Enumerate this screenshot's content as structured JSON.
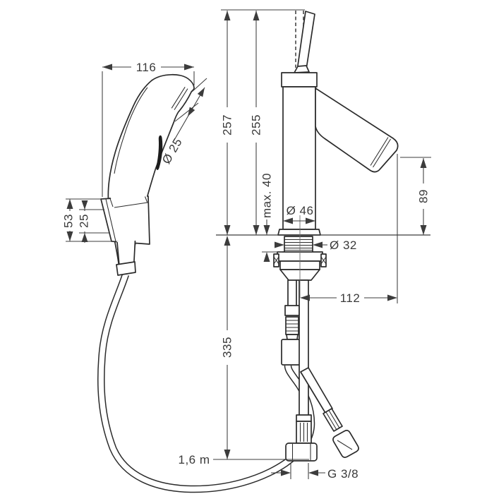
{
  "drawing": {
    "type": "technical-dimension-drawing",
    "subject": "single-hole faucet with hand sprayer set",
    "colors": {
      "line": "#2b2b2b",
      "dim": "#3c3c3c",
      "text": "#3a3a3a"
    },
    "dimensions": {
      "sprayer_width": "116",
      "faucet_total_height": "257",
      "faucet_body_height": "255",
      "sprayer_diameter": "Ø 25",
      "max_deck_thickness": "max. 40",
      "base_diameter": "Ø 46",
      "shank_diameter": "Ø 32",
      "spout_height": "89",
      "holder_height": "53",
      "holder_inner": "25",
      "spout_reach": "112",
      "under_counter_length": "335",
      "hose_length": "1,6 m",
      "connection_thread": "G 3/8"
    }
  }
}
